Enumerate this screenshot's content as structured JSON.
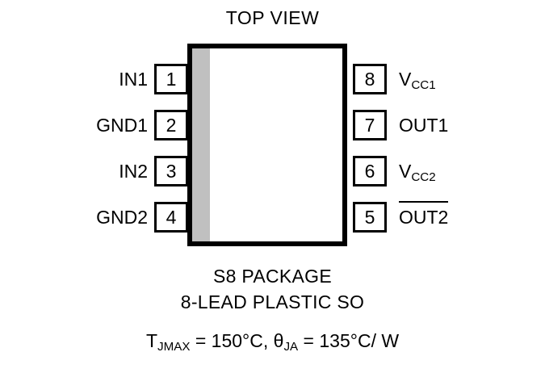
{
  "diagram": {
    "title": "TOP VIEW",
    "package_caption_line1": "S8 PACKAGE",
    "package_caption_line2": "8-LEAD PLASTIC SO",
    "thermal": {
      "tj_symbol": "T",
      "tj_subscript": "JMAX",
      "tj_value": " = 150°C, ",
      "theta_symbol": "θ",
      "theta_subscript": "JA",
      "theta_value": " = 135°C/ W"
    },
    "colors": {
      "body_outline": "#000000",
      "gray_bar": "#c0c0c0",
      "background": "#ffffff",
      "text": "#000000"
    },
    "pins_left": [
      {
        "number": "1",
        "label": "IN1"
      },
      {
        "number": "2",
        "label": "GND1"
      },
      {
        "number": "3",
        "label": "IN2"
      },
      {
        "number": "4",
        "label": "GND2"
      }
    ],
    "pins_right": [
      {
        "number": "8",
        "label_base": "V",
        "label_sub": "CC1",
        "overline": false
      },
      {
        "number": "7",
        "label_base": "OUT1",
        "label_sub": "",
        "overline": false
      },
      {
        "number": "6",
        "label_base": "V",
        "label_sub": "CC2",
        "overline": false
      },
      {
        "number": "5",
        "label_base": "OUT2",
        "label_sub": "",
        "overline": true
      }
    ]
  }
}
